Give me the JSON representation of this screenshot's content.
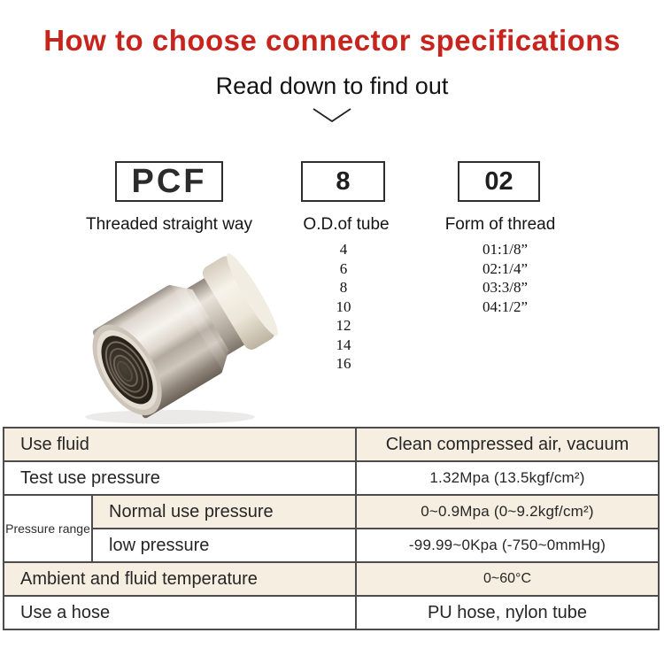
{
  "header": {
    "title": "How to choose connector specifications",
    "subtitle": "Read down to find out"
  },
  "code_breakdown": {
    "segments": [
      {
        "code": "PCF",
        "label": "Threaded straight way"
      },
      {
        "code": "8",
        "label": "O.D.of tube",
        "options": [
          "4",
          "6",
          "8",
          "10",
          "12",
          "14",
          "16"
        ]
      },
      {
        "code": "02",
        "label": "Form of thread",
        "options": [
          "01:1/8”",
          "02:1/4”",
          "03:3/8”",
          "04:1/2”"
        ]
      }
    ]
  },
  "product_image": {
    "alt": "PCF push-in female straight connector photo"
  },
  "spec_table": {
    "group_label": "Pressure range",
    "rows": [
      {
        "label": "Use fluid",
        "value": "Clean compressed air, vacuum"
      },
      {
        "label": "Test use pressure",
        "value": "1.32Mpa  (13.5kgf/cm²)"
      },
      {
        "label": "Normal use pressure",
        "value": "0~0.9Mpa  (0~9.2kgf/cm²)"
      },
      {
        "label": "low pressure",
        "value": "-99.99~0Kpa  (-750~0mmHg)"
      },
      {
        "label": "Ambient and fluid temperature",
        "value": "0~60°C"
      },
      {
        "label": "Use a hose",
        "value": "PU hose, nylon tube"
      }
    ]
  },
  "colors": {
    "accent_red": "#c8241e",
    "table_shaded_row": "#f7eee2",
    "table_border": "#4c4c4c"
  }
}
